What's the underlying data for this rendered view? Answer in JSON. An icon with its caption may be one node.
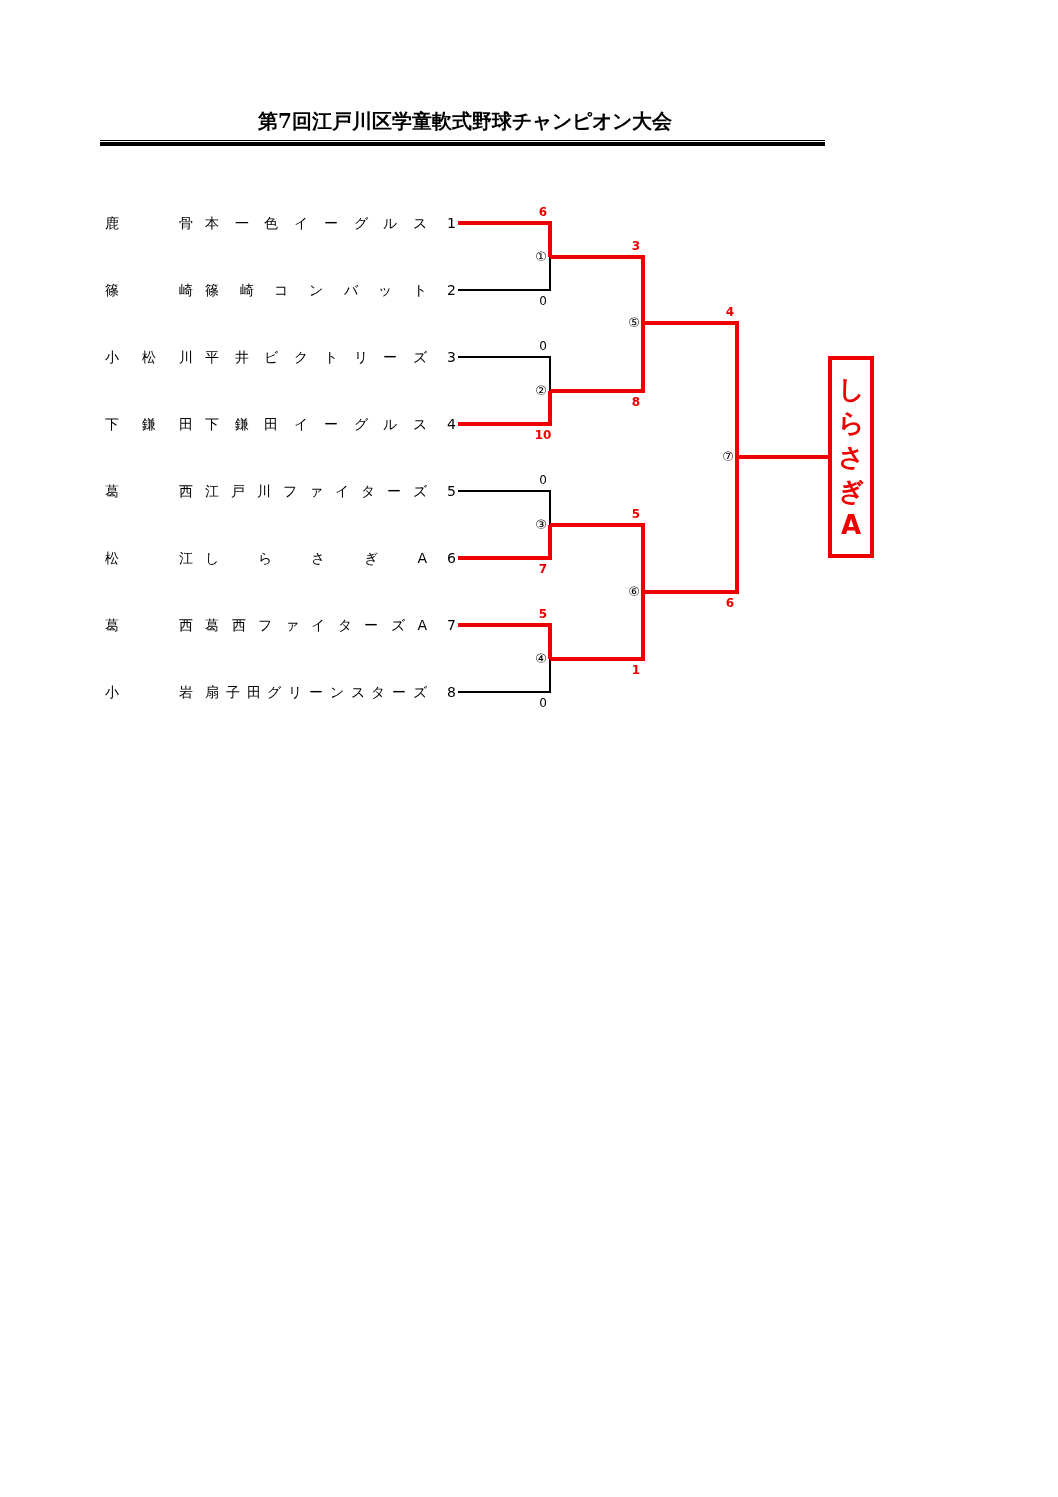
{
  "diagram": {
    "title": "第7回江戸川区学童軟式野球チャンピオン大会",
    "nodes": [
      {
        "text": [
          "鹿骨",
          "本一色イーグルス"
        ],
        "beside": [
          "1"
        ]
      },
      {
        "text": [
          "篠崎",
          "篠崎コンバット"
        ],
        "beside": [
          "2"
        ]
      },
      {
        "text": [
          "小松川",
          "平井ビクトリーズ"
        ],
        "beside": [
          "3"
        ]
      },
      {
        "text": [
          "下鎌田",
          "下鎌田イーグルス"
        ],
        "beside": [
          "4"
        ]
      },
      {
        "text": [
          "葛西",
          "江戸川ファイターズ"
        ],
        "beside": [
          "5"
        ]
      },
      {
        "text": [
          "松江",
          "しらさぎA"
        ],
        "beside": [
          "6"
        ]
      },
      {
        "text": [
          "葛西",
          "葛西ファイターズA"
        ],
        "beside": [
          "7"
        ]
      },
      {
        "text": [
          "小岩",
          "扇子田グリーンスターズ"
        ],
        "beside": [
          "8"
        ]
      },
      {
        "text": [
          "①"
        ]
      },
      {
        "text": [
          "②"
        ]
      },
      {
        "text": [
          "③"
        ]
      },
      {
        "text": [
          "④"
        ]
      },
      {
        "text": [
          "⑤"
        ]
      },
      {
        "text": [
          "⑥"
        ]
      },
      {
        "text": [
          "⑦"
        ]
      },
      {
        "text": [
          "しらさぎA"
        ]
      }
    ],
    "edges": [
      {
        "from": 0,
        "to": 8,
        "arrow": "none",
        "label": "6"
      },
      {
        "from": 1,
        "to": 8,
        "arrow": "none",
        "label": "0",
        "color": "#000000"
      },
      {
        "from": 2,
        "to": 9,
        "arrow": "none",
        "label": "0",
        "color": "#000000"
      },
      {
        "from": 3,
        "to": 9,
        "arrow": "none",
        "label": "10"
      },
      {
        "from": 4,
        "to": 10,
        "arrow": "none",
        "label": "0",
        "color": "#000000"
      },
      {
        "from": 5,
        "to": 10,
        "arrow": "none",
        "label": "7"
      },
      {
        "from": 6,
        "to": 11,
        "arrow": "none",
        "label": "5"
      },
      {
        "from": 7,
        "to": 11,
        "arrow": "none",
        "label": "0",
        "color": "#000000"
      },
      {
        "from": 8,
        "to": 12,
        "arrow": "none",
        "label": "3"
      },
      {
        "from": 9,
        "to": 12,
        "arrow": "none",
        "label": "8"
      },
      {
        "from": 10,
        "to": 13,
        "arrow": "none",
        "label": "5"
      },
      {
        "from": 11,
        "to": 13,
        "arrow": "none",
        "label": "1"
      },
      {
        "from": 12,
        "to": 14,
        "arrow": "none",
        "label": "4"
      },
      {
        "from": 13,
        "to": 14,
        "arrow": "none",
        "label": "6"
      },
      {
        "from": 14,
        "to": 15,
        "arrow": "none"
      }
    ]
  }
}
